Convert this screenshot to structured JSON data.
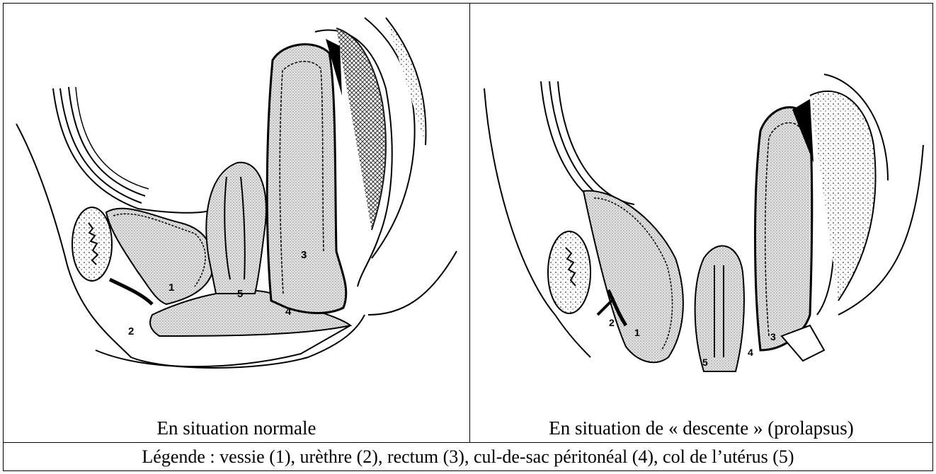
{
  "panels": [
    {
      "caption": "En situation normale",
      "labels": [
        "1",
        "2",
        "3",
        "4",
        "5"
      ]
    },
    {
      "caption": "En situation de « descente » (prolapsus)",
      "labels": [
        "1",
        "2",
        "3",
        "4",
        "5"
      ]
    }
  ],
  "legend": "Légende : vessie (1), urèthre (2), rectum (3), cul-de-sac péritonéal (4), col de l’utérus (5)"
}
